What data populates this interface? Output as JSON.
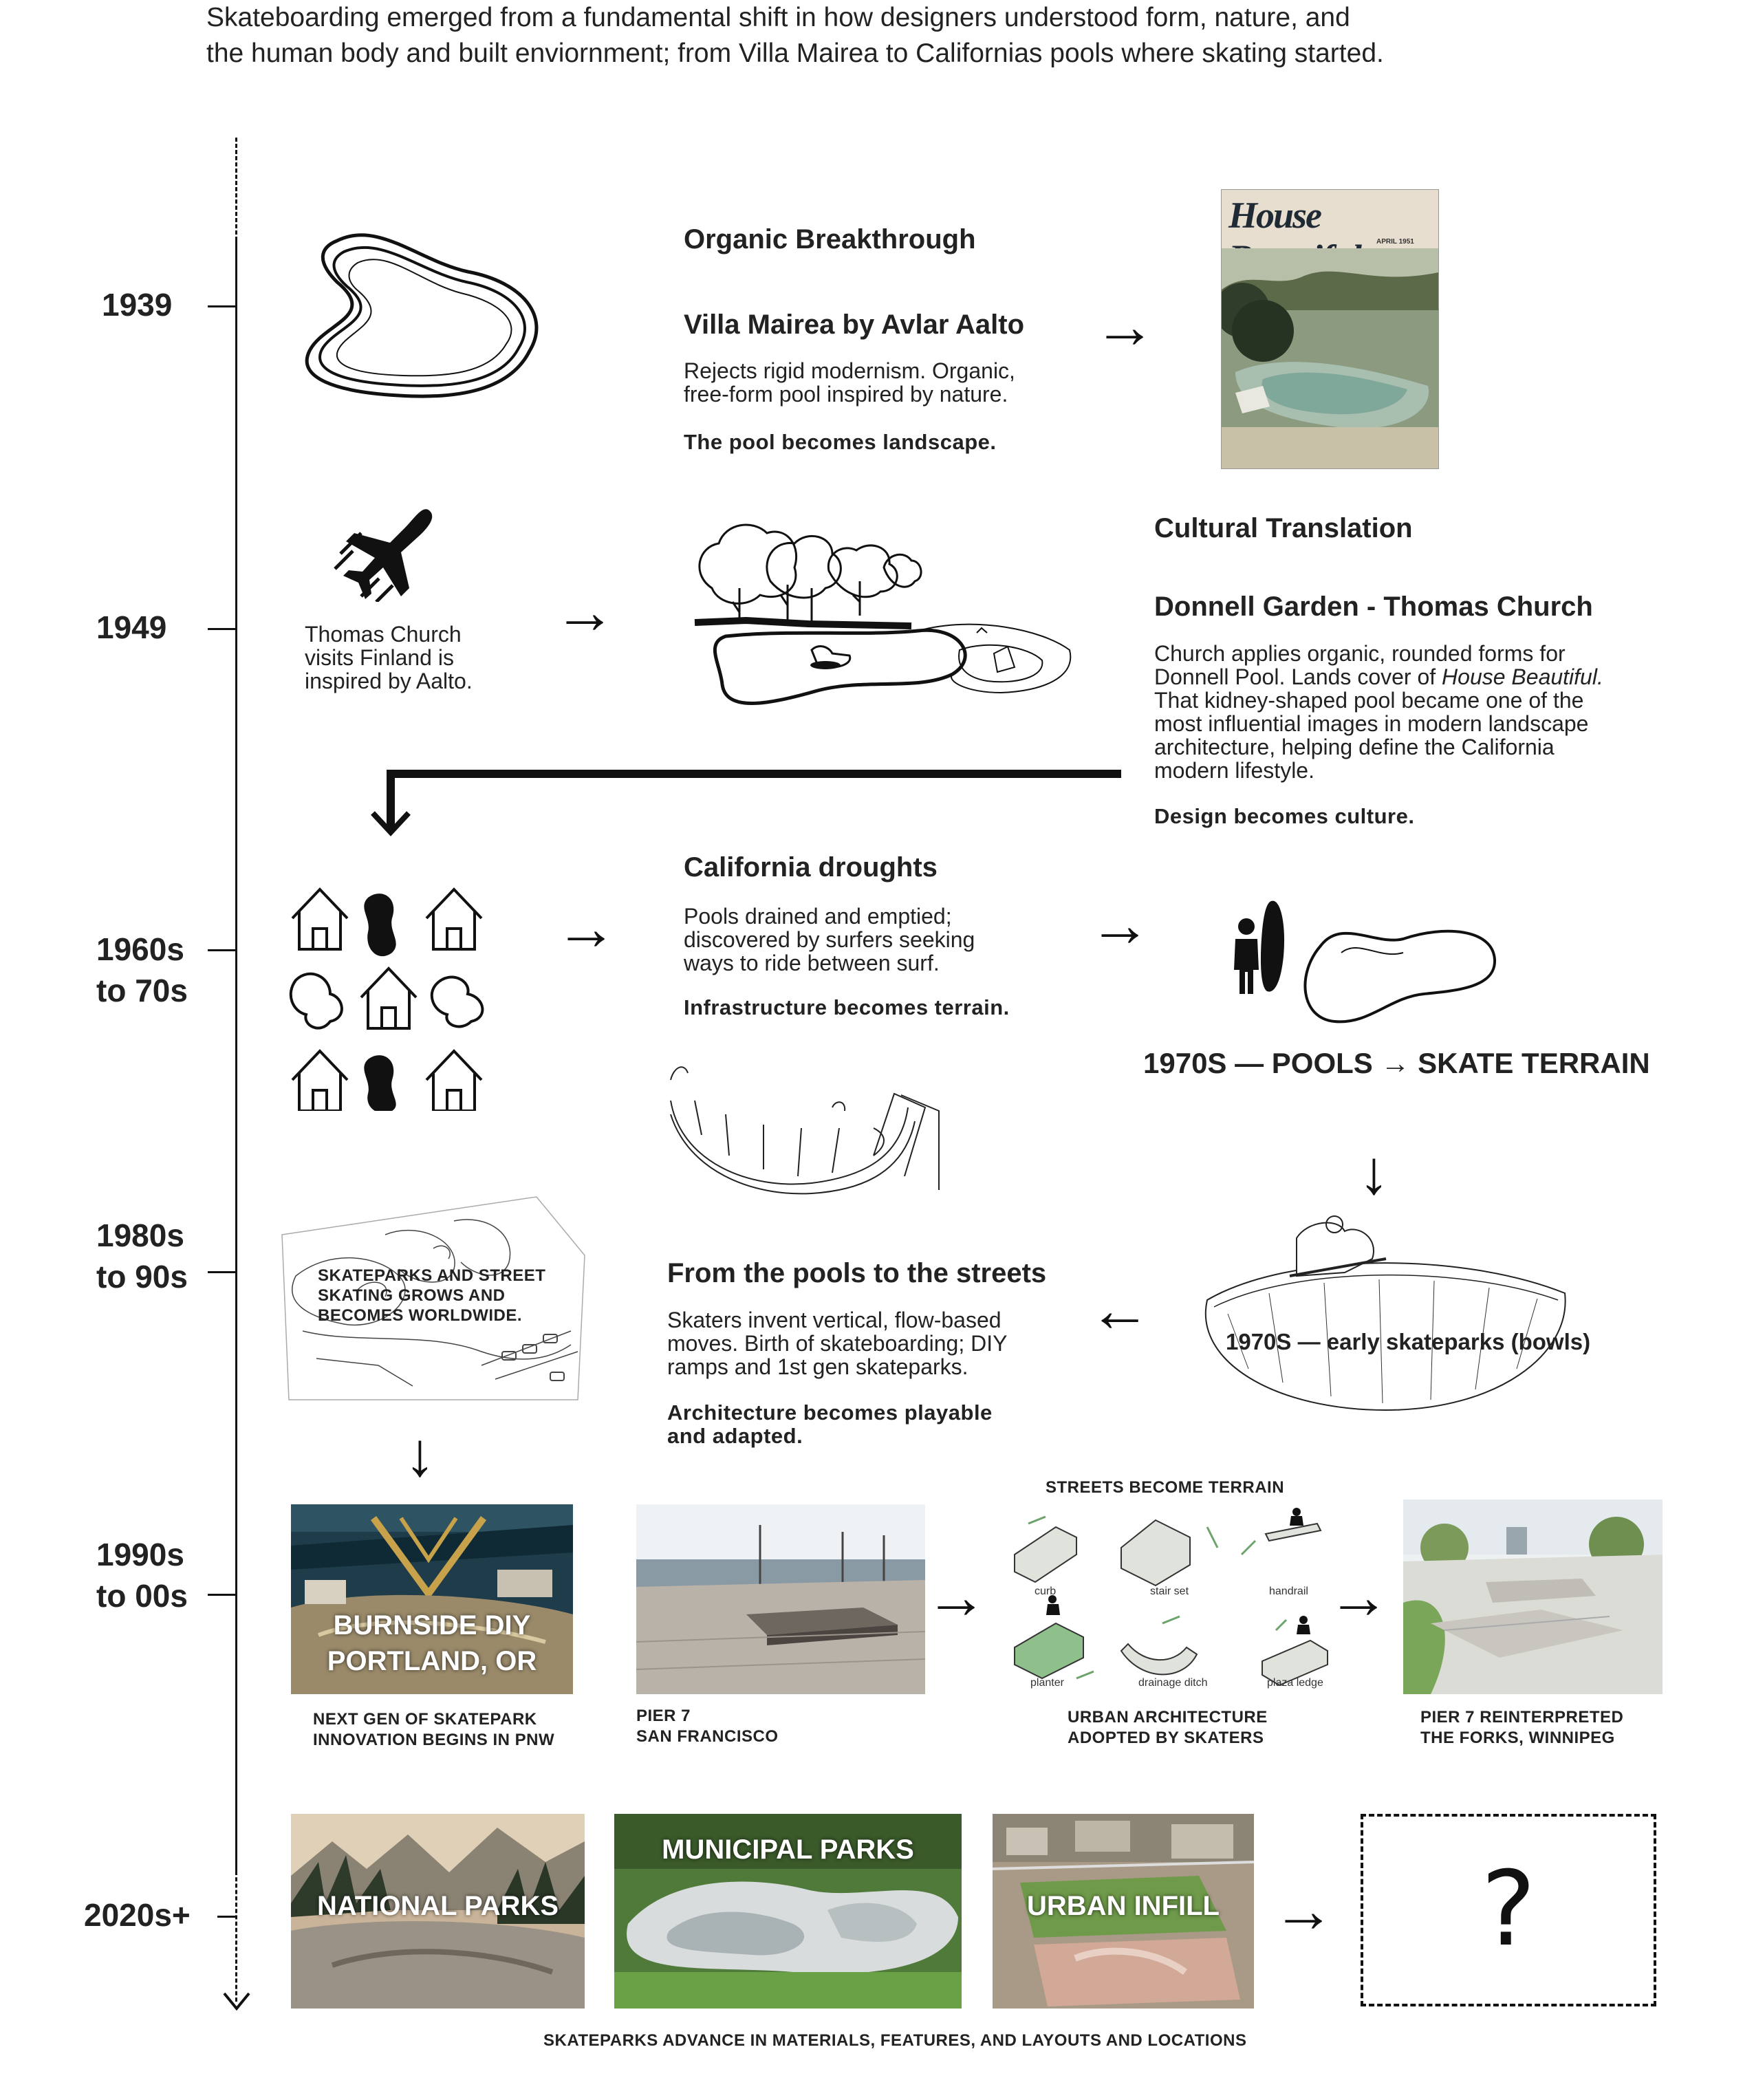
{
  "intro": {
    "line1": "Skateboarding emerged from a fundamental shift in how designers understood form, nature, and",
    "line2": "the human body and built enviornment; from Villa Mairea to Californias pools where skating started."
  },
  "years": {
    "y1939": "1939",
    "y1949": "1949",
    "y1960_a": "1960s",
    "y1960_b": "to 70s",
    "y1980_a": "1980s",
    "y1980_b": "to 90s",
    "y1990_a": "1990s",
    "y1990_b": "to 00s",
    "y2020": "2020s+"
  },
  "s1939": {
    "heading1": "Organic Breakthrough",
    "heading2": "Villa Mairea by Avlar Aalto",
    "body1": "Rejects rigid modernism. Organic,",
    "body2": "free-form pool inspired by nature.",
    "bold": "The pool becomes landscape.",
    "magazine_title": "House Beautiful",
    "magazine_date": "APRIL 1951"
  },
  "s1949": {
    "church1": "Thomas Church",
    "church2": "visits Finland is",
    "church3": "inspired by Aalto.",
    "heading1": "Cultural Translation",
    "heading2": "Donnell Garden - Thomas Church",
    "body1": "Church applies organic, rounded forms for",
    "body2a": "Donnell Pool. Lands cover of ",
    "body2b": "House Beautiful.",
    "body3": "That kidney-shaped pool became one of the",
    "body4": "most influential images in modern landscape",
    "body5": "architecture, helping define the California",
    "body6": "modern lifestyle.",
    "bold": "Design becomes culture."
  },
  "s1960": {
    "heading": "California droughts",
    "body1": "Pools drained and emptied;",
    "body2": "discovered by surfers seeking",
    "body3": "ways to ride between surf.",
    "bold": "Infrastructure becomes terrain.",
    "terrain_label": "1970S — POOLS → SKATE TERRAIN"
  },
  "s1980": {
    "sketch_label1": "SKATEPARKS AND STREET",
    "sketch_label2": "SKATING GROWS AND",
    "sketch_label3": "BECOMES WORLDWIDE.",
    "heading": "From the pools to the streets",
    "body1": "Skaters invent vertical, flow-based",
    "body2": "moves. Birth of skateboarding; DIY",
    "body3": "ramps and 1st gen skateparks.",
    "bold1": "Architecture becomes playable",
    "bold2": "and adapted.",
    "bowl_label": "1970S — early skateparks (bowls)"
  },
  "s1990": {
    "burnside1": "BURNSIDE DIY",
    "burnside2": "PORTLAND, OR",
    "cap_burnside1": "NEXT GEN OF SKATEPARK",
    "cap_burnside2": "INNOVATION BEGINS IN PNW",
    "cap_pier1": "PIER 7",
    "cap_pier2": "SAN FRANCISCO",
    "streets_title": "STREETS BECOME TERRAIN",
    "icon_curb": "curb",
    "icon_stair": "stair set",
    "icon_handrail": "handrail",
    "icon_planter": "planter",
    "icon_ditch": "drainage ditch",
    "icon_ledge": "plaza ledge",
    "cap_urban1": "URBAN ARCHITECTURE",
    "cap_urban2": "ADOPTED BY SKATERS",
    "cap_forks1": "PIER 7 REINTERPRETED",
    "cap_forks2": "THE FORKS, WINNIPEG"
  },
  "s2020": {
    "national": "NATIONAL PARKS",
    "municipal": "MUNICIPAL PARKS",
    "urban": "URBAN INFILL",
    "question": "?",
    "caption": "SKATEPARKS ADVANCE IN MATERIALS, FEATURES, AND LAYOUTS AND LOCATIONS"
  },
  "arrows": {
    "right": "→",
    "left": "←",
    "down": "↓"
  }
}
